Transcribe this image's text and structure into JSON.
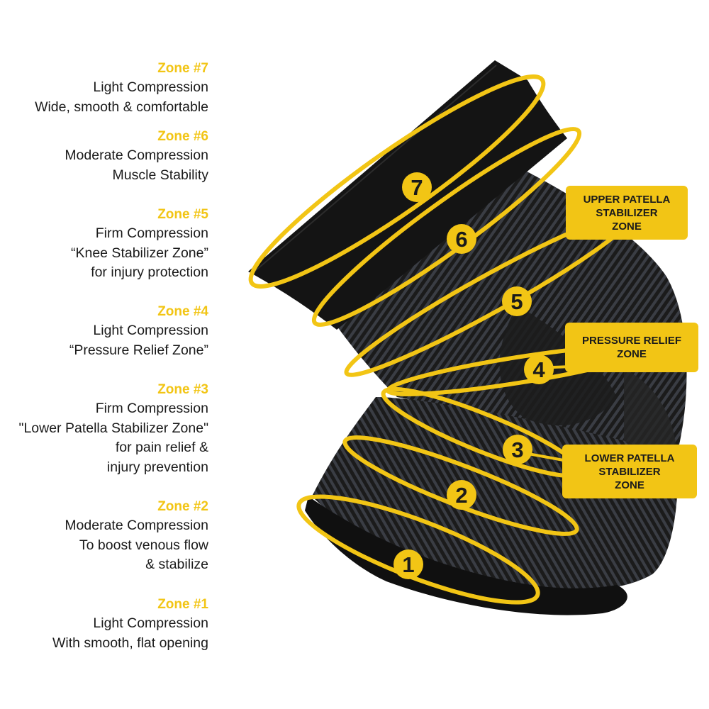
{
  "zones": [
    {
      "title": "Zone #7",
      "lines": [
        "Light Compression",
        "Wide, smooth & comfortable"
      ]
    },
    {
      "title": "Zone #6",
      "lines": [
        "Moderate Compression",
        "Muscle Stability"
      ]
    },
    {
      "title": "Zone #5",
      "lines": [
        "Firm Compression",
        "“Knee Stabilizer Zone”",
        "for injury protection"
      ]
    },
    {
      "title": "Zone #4",
      "lines": [
        "Light Compression",
        "“Pressure Relief Zone”"
      ]
    },
    {
      "title": "Zone #3",
      "lines": [
        "Firm Compression",
        "\"Lower Patella Stabilizer Zone\"",
        "for  pain relief &",
        "injury prevention"
      ]
    },
    {
      "title": "Zone #2",
      "lines": [
        "Moderate Compression",
        "To boost venous flow",
        "& stabilize"
      ]
    },
    {
      "title": "Zone #1",
      "lines": [
        "Light Compression",
        "With smooth, flat opening"
      ]
    }
  ],
  "markers": [
    "7",
    "6",
    "5",
    "4",
    "3",
    "2",
    "1"
  ],
  "callouts": {
    "upper": [
      "UPPER PATELLA",
      "STABILIZER",
      "ZONE"
    ],
    "pressure": [
      "PRESSURE RELIEF",
      "ZONE"
    ],
    "lower": [
      "LOWER PATELLA",
      "STABILIZER",
      "ZONE"
    ]
  },
  "colors": {
    "accent": "#F2C515",
    "sleeve": "#141414",
    "text": "#1a1a1a"
  }
}
